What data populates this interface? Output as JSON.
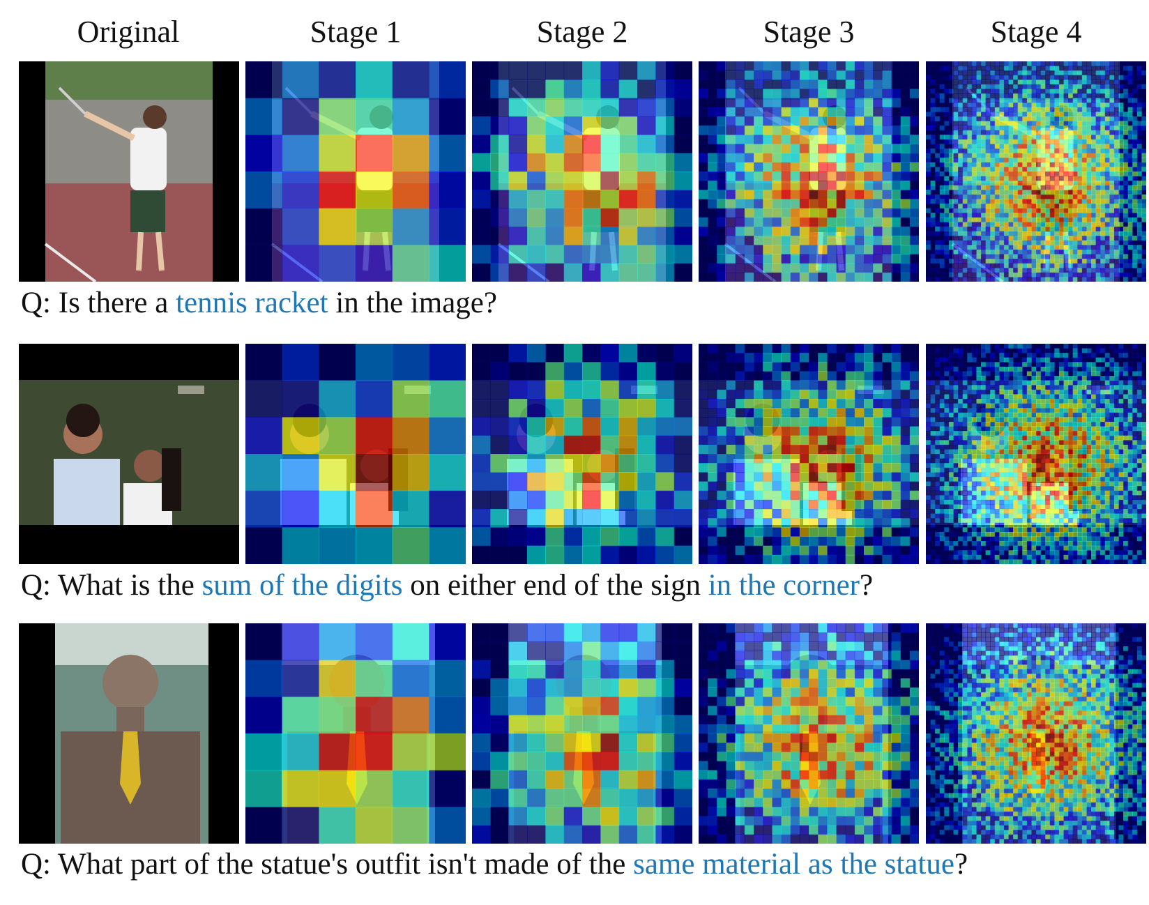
{
  "headers": [
    "Original",
    "Stage 1",
    "Stage 2",
    "Stage 3",
    "Stage 4"
  ],
  "rows": [
    {
      "scene": "tennis",
      "question": {
        "prefix": "Q: ",
        "parts": [
          {
            "text": "Is there a ",
            "hl": false
          },
          {
            "text": "tennis racket",
            "hl": true
          },
          {
            "text": " in the image?",
            "hl": false
          }
        ]
      }
    },
    {
      "scene": "couple",
      "question": {
        "prefix": "Q: ",
        "parts": [
          {
            "text": "What is the ",
            "hl": false
          },
          {
            "text": "sum of the digits",
            "hl": true
          },
          {
            "text": " on either end of the sign ",
            "hl": false
          },
          {
            "text": "in the corner",
            "hl": true
          },
          {
            "text": "?",
            "hl": false
          }
        ]
      }
    },
    {
      "scene": "statue",
      "question": {
        "prefix": "Q: ",
        "parts": [
          {
            "text": "What part of the statue's outfit isn't made of the ",
            "hl": false
          },
          {
            "text": "same material as the statue",
            "hl": true
          },
          {
            "text": "?",
            "hl": false
          }
        ]
      }
    }
  ],
  "colors": {
    "highlight": "#1f77b4"
  }
}
